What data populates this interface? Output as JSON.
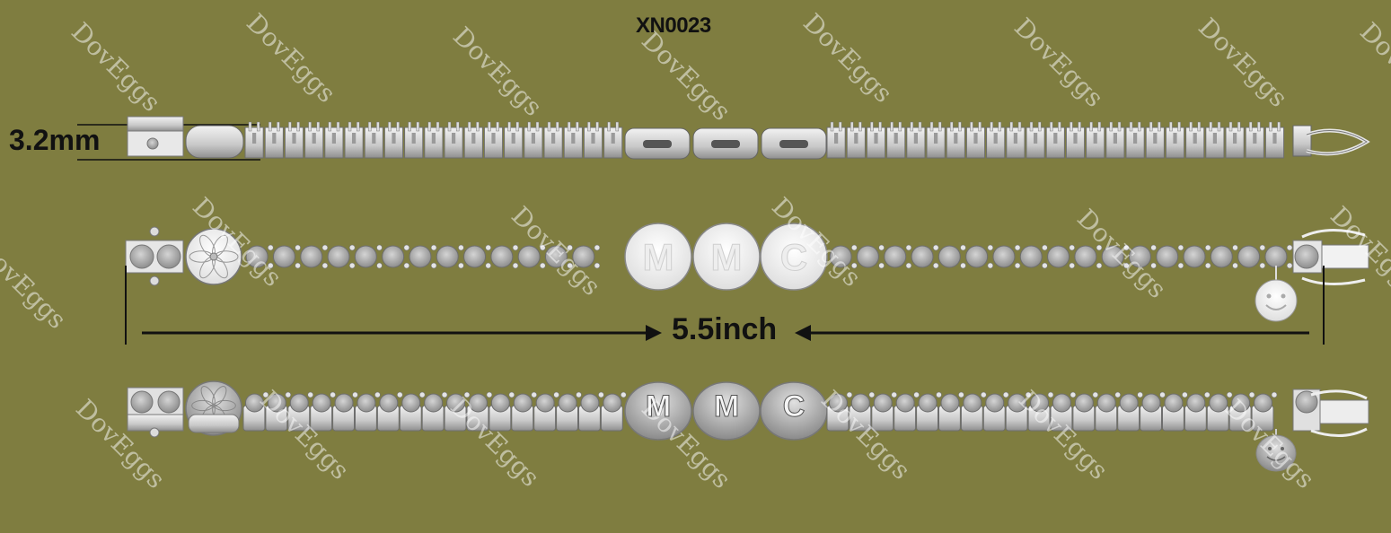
{
  "product_code": "XN0023",
  "dimensions": {
    "thickness": "3.2mm",
    "length": "5.5inch"
  },
  "watermark": {
    "text": "DovEggs"
  },
  "charms": {
    "letters": [
      "M",
      "M",
      "C"
    ]
  },
  "colors": {
    "background": "#7f7d40",
    "metal": "#d6d6d6",
    "metal_dark": "#9a9a9a",
    "stone": "#b9b9b9",
    "label_text": "#111111",
    "arrow": "#111111"
  }
}
